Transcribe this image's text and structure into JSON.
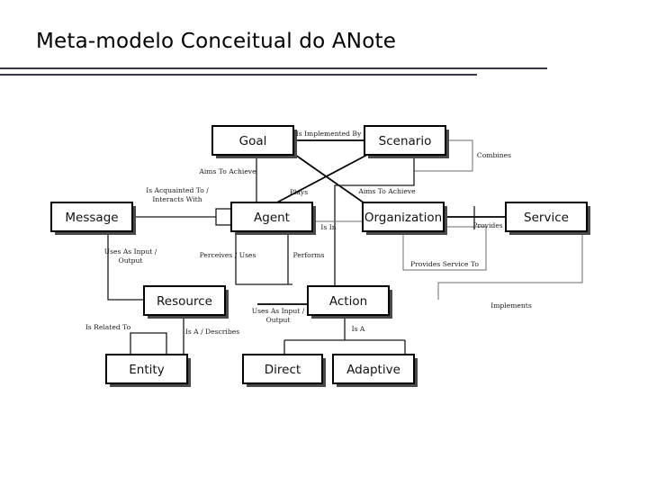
{
  "slide": {
    "title": "Meta-modelo Conceitual do ANote",
    "background_color": "#ffffff",
    "rule_color": "#3b3550"
  },
  "diagram": {
    "type": "conceptual-meta-model",
    "nodes": [
      {
        "id": "goal",
        "label": "Goal"
      },
      {
        "id": "scenario",
        "label": "Scenario"
      },
      {
        "id": "message",
        "label": "Message"
      },
      {
        "id": "agent",
        "label": "Agent"
      },
      {
        "id": "organization",
        "label": "Organization"
      },
      {
        "id": "service",
        "label": "Service"
      },
      {
        "id": "resource",
        "label": "Resource"
      },
      {
        "id": "action",
        "label": "Action"
      },
      {
        "id": "entity",
        "label": "Entity"
      },
      {
        "id": "direct",
        "label": "Direct"
      },
      {
        "id": "adaptive",
        "label": "Adaptive"
      }
    ],
    "edges": [
      {
        "id": "e-goal-scenario",
        "from": "goal",
        "to": "scenario",
        "label": "Is Implemented By"
      },
      {
        "id": "e-goal-agent",
        "from": "goal",
        "to": "agent",
        "label": "Aims To Achieve"
      },
      {
        "id": "e-scenario-agent",
        "from": "scenario",
        "to": "agent",
        "label": "Plays"
      },
      {
        "id": "e-goal-org",
        "from": "goal",
        "to": "organization",
        "label": "Aims To Achieve"
      },
      {
        "id": "e-scenario-self",
        "from": "scenario",
        "to": "scenario",
        "label": "Combines"
      },
      {
        "id": "e-message-agent",
        "from": "message",
        "to": "agent",
        "label": "Is Acquainted To / Interacts With"
      },
      {
        "id": "e-agent-org",
        "from": "agent",
        "to": "organization",
        "label": "Is In"
      },
      {
        "id": "e-org-service",
        "from": "organization",
        "to": "service",
        "label": "Provides"
      },
      {
        "id": "e-org-self",
        "from": "organization",
        "to": "organization",
        "label": "Provides Service To"
      },
      {
        "id": "e-message-resource",
        "from": "message",
        "to": "resource",
        "label": "Uses As Input / Output"
      },
      {
        "id": "e-agent-resource",
        "from": "agent",
        "to": "resource",
        "label": "Perceives / Uses"
      },
      {
        "id": "e-agent-action",
        "from": "agent",
        "to": "action",
        "label": "Performs"
      },
      {
        "id": "e-resource-action",
        "from": "resource",
        "to": "action",
        "label": "Uses As Input / Output"
      },
      {
        "id": "e-action-service",
        "from": "action",
        "to": "service",
        "label": "Implements"
      },
      {
        "id": "e-resource-entity",
        "from": "resource",
        "to": "entity",
        "label": "Is A / Describes"
      },
      {
        "id": "e-entity-self",
        "from": "entity",
        "to": "entity",
        "label": "Is Related To"
      },
      {
        "id": "e-action-isa",
        "from": "action",
        "to": "direct",
        "label": "Is A"
      }
    ],
    "edge_labels": {
      "is_implemented_by": "Is Implemented By",
      "aims_to_achieve_left": "Aims To Achieve",
      "aims_to_achieve_right": "Aims To Achieve",
      "plays": "Plays",
      "combines": "Combines",
      "is_acquainted_line1": "Is Acquainted To /",
      "is_acquainted_line2": "Interacts With",
      "is_in": "Is In",
      "provides": "Provides",
      "provides_service_to": "Provides Service To",
      "uses_as_input_left_line1": "Uses As Input /",
      "uses_as_input_left_line2": "Output",
      "perceives_uses": "Perceives / Uses",
      "performs": "Performs",
      "uses_as_input_mid_line1": "Uses As Input /",
      "uses_as_input_mid_line2": "Output",
      "implements": "Implements",
      "is_a_describes": "Is A / Describes",
      "is_related_to": "Is Related To",
      "is_a": "Is A"
    }
  }
}
